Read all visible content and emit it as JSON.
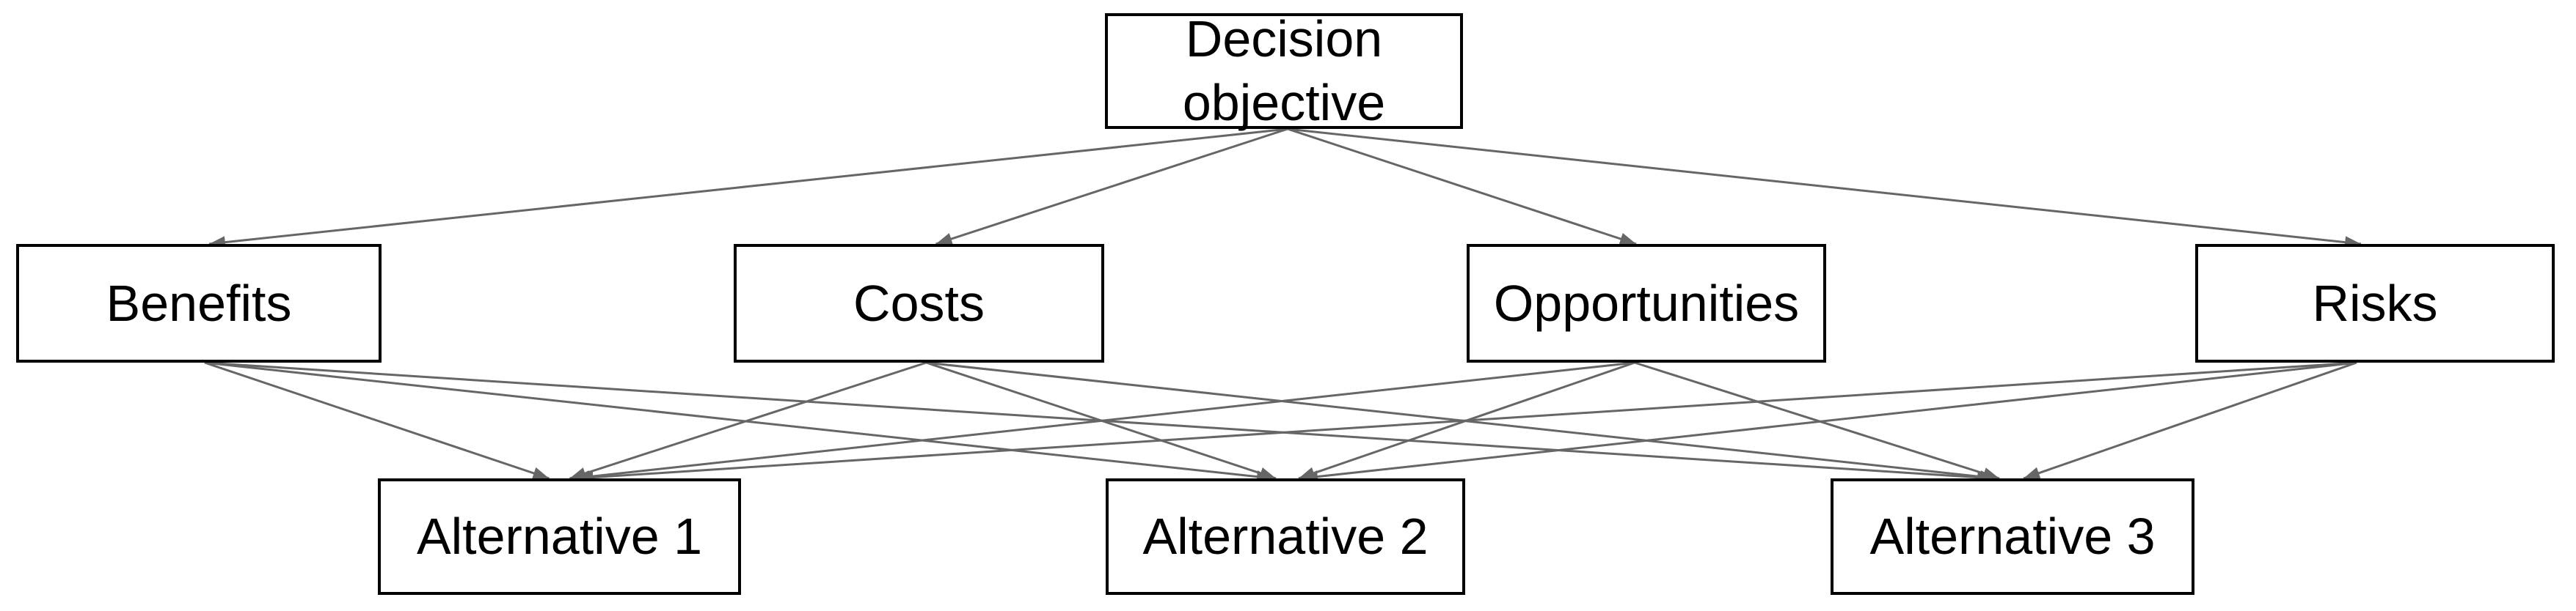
{
  "diagram": {
    "type": "hierarchy",
    "levels": [
      {
        "name": "objective",
        "node_ids": [
          "decision"
        ]
      },
      {
        "name": "criteria",
        "node_ids": [
          "benefits",
          "costs",
          "opportunities",
          "risks"
        ]
      },
      {
        "name": "alternatives",
        "node_ids": [
          "alt1",
          "alt2",
          "alt3"
        ]
      }
    ],
    "nodes": [
      {
        "id": "decision",
        "label": "Decision objective",
        "level": "objective"
      },
      {
        "id": "benefits",
        "label": "Benefits",
        "level": "criteria"
      },
      {
        "id": "costs",
        "label": "Costs",
        "level": "criteria"
      },
      {
        "id": "opportunities",
        "label": "Opportunities",
        "level": "criteria"
      },
      {
        "id": "risks",
        "label": "Risks",
        "level": "criteria"
      },
      {
        "id": "alt1",
        "label": "Alternative 1",
        "level": "alternatives"
      },
      {
        "id": "alt2",
        "label": "Alternative 2",
        "level": "alternatives"
      },
      {
        "id": "alt3",
        "label": "Alternative 3",
        "level": "alternatives"
      }
    ],
    "edges": [
      {
        "from": "decision",
        "to": "benefits"
      },
      {
        "from": "decision",
        "to": "costs"
      },
      {
        "from": "decision",
        "to": "opportunities"
      },
      {
        "from": "decision",
        "to": "risks"
      },
      {
        "from": "benefits",
        "to": "alt1"
      },
      {
        "from": "benefits",
        "to": "alt2"
      },
      {
        "from": "benefits",
        "to": "alt3"
      },
      {
        "from": "costs",
        "to": "alt1"
      },
      {
        "from": "costs",
        "to": "alt2"
      },
      {
        "from": "costs",
        "to": "alt3"
      },
      {
        "from": "opportunities",
        "to": "alt1"
      },
      {
        "from": "opportunities",
        "to": "alt2"
      },
      {
        "from": "opportunities",
        "to": "alt3"
      },
      {
        "from": "risks",
        "to": "alt1"
      },
      {
        "from": "risks",
        "to": "alt2"
      },
      {
        "from": "risks",
        "to": "alt3"
      }
    ],
    "colors": {
      "background": "#ffffff",
      "box_border": "#000000",
      "text": "#000000",
      "arrow": "#666666"
    }
  }
}
